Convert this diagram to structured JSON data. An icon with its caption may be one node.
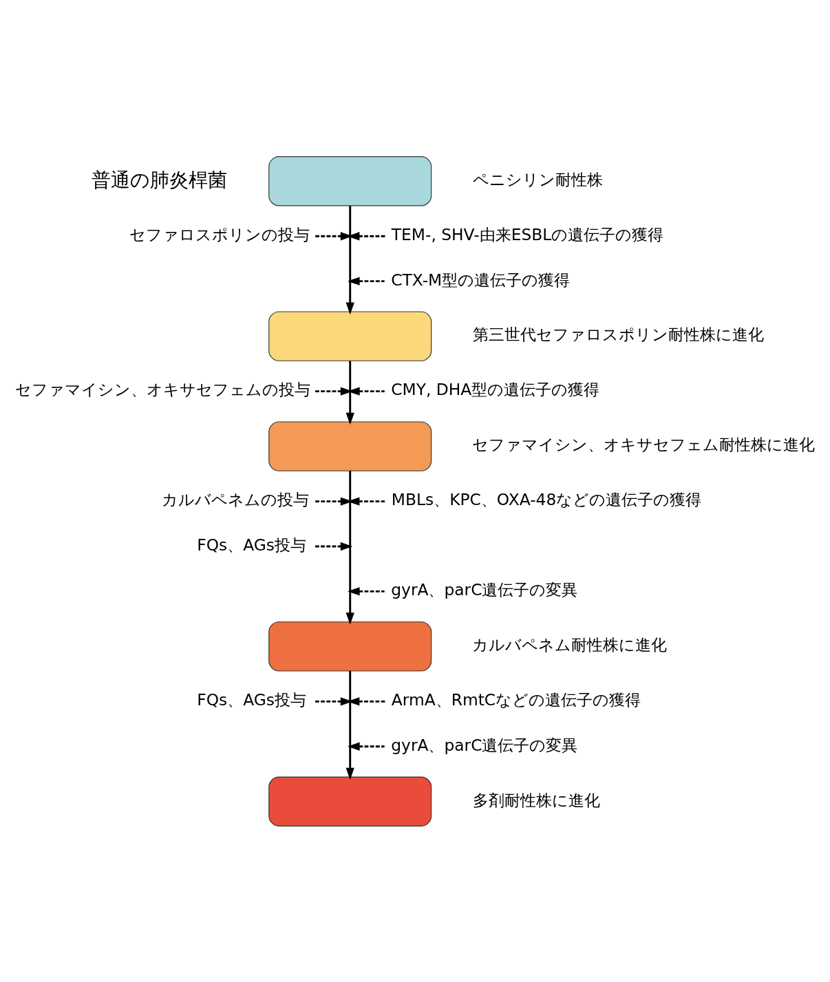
{
  "diagram": {
    "nodes": [
      {
        "text": [],
        "shape": "box",
        "beside": [
          "普通の肺炎桿菌",
          "ペニシリン耐性株"
        ]
      },
      {
        "text": [
          "セファロスポリンの投与"
        ]
      },
      {
        "text": [
          "TEM-, SHV-由来ESBLの遺伝子の獲得"
        ]
      },
      {
        "text": [
          "CTX-M型の遺伝子の獲得"
        ]
      },
      {
        "text": [],
        "shape": "box",
        "beside": [
          "第三世代セファロスポリン耐性株に進化"
        ]
      },
      {
        "text": [
          "セファマイシン、オキサセフェムの投与"
        ]
      },
      {
        "text": [
          "CMY, DHA型の遺伝子の獲得"
        ]
      },
      {
        "text": [],
        "shape": "box",
        "beside": [
          "セファマイシン、オキサセフェム耐性株に進化"
        ]
      },
      {
        "text": [
          "カルバペネムの投与"
        ]
      },
      {
        "text": [
          "MBLs、KPC、OXA-48などの遺伝子の獲得"
        ]
      },
      {
        "text": [
          "FQs、AGs投与"
        ]
      },
      {
        "text": [
          "gyrA、parC遺伝子の変異"
        ]
      },
      {
        "text": [],
        "shape": "box",
        "beside": [
          "カルバペネム耐性株に進化"
        ]
      },
      {
        "text": [
          "FQs、AGs投与"
        ]
      },
      {
        "text": [
          "ArmA、RmtCなどの遺伝子の獲得"
        ]
      },
      {
        "text": [
          "gyrA、parC遺伝子の変異"
        ]
      },
      {
        "text": [],
        "shape": "box",
        "beside": [
          "多剤耐性株に進化"
        ]
      }
    ],
    "edges": [
      {
        "from": 0,
        "to": 4,
        "arrow": "to"
      },
      {
        "from": 4,
        "to": 7,
        "arrow": "to"
      },
      {
        "from": 7,
        "to": 12,
        "arrow": "to"
      },
      {
        "from": 12,
        "to": 16,
        "arrow": "to"
      },
      {
        "from": 1,
        "to": null,
        "arrow": "to",
        "style": "dashed"
      },
      {
        "from": 2,
        "to": null,
        "arrow": "to",
        "style": "dashed"
      },
      {
        "from": 3,
        "to": null,
        "arrow": "to",
        "style": "dashed"
      },
      {
        "from": 5,
        "to": null,
        "arrow": "to",
        "style": "dashed"
      },
      {
        "from": 6,
        "to": null,
        "arrow": "to",
        "style": "dashed"
      },
      {
        "from": 8,
        "to": null,
        "arrow": "to",
        "style": "dashed"
      },
      {
        "from": 9,
        "to": null,
        "arrow": "to",
        "style": "dashed"
      },
      {
        "from": 10,
        "to": null,
        "arrow": "to",
        "style": "dashed"
      },
      {
        "from": 11,
        "to": null,
        "arrow": "to",
        "style": "dashed"
      },
      {
        "from": 13,
        "to": null,
        "arrow": "to",
        "style": "dashed"
      },
      {
        "from": 14,
        "to": null,
        "arrow": "to",
        "style": "dashed"
      },
      {
        "from": 15,
        "to": null,
        "arrow": "to",
        "style": "dashed"
      }
    ]
  }
}
